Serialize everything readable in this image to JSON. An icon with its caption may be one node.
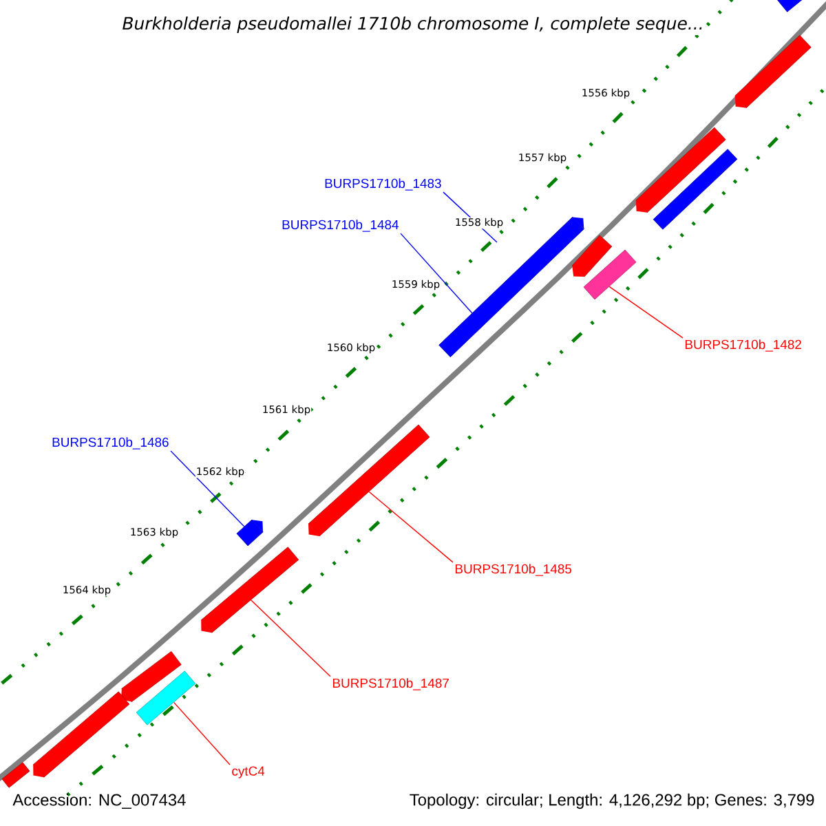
{
  "diagram": {
    "title": "Burkholderia pseudomallei 1710b chromosome I, complete seque...",
    "nodes": [
      {
        "text": [
          "BURPS1710b_1483"
        ]
      },
      {
        "text": [
          "BURPS1710b_1484"
        ]
      },
      {
        "text": [],
        "shape": "bar"
      },
      {
        "text": [
          "BURPS1710b_1482"
        ]
      },
      {
        "text": [],
        "shape": "bar"
      },
      {
        "text": [
          "BURPS1710b_1486"
        ]
      },
      {
        "text": [],
        "shape": "bar"
      },
      {
        "text": [
          "BURPS1710b_1485"
        ]
      },
      {
        "text": [],
        "shape": "bar"
      },
      {
        "text": [
          "BURPS1710b_1487"
        ]
      },
      {
        "text": [],
        "shape": "bar"
      },
      {
        "text": [
          "cytC4"
        ]
      },
      {
        "text": [],
        "shape": "bar"
      },
      {
        "text": [],
        "shape": "bar"
      },
      {
        "text": [],
        "shape": "bar"
      },
      {
        "text": [],
        "shape": "bar"
      },
      {
        "text": [],
        "shape": "bar"
      },
      {
        "text": [],
        "shape": "bar"
      },
      {
        "text": [],
        "shape": "bar"
      },
      {
        "text": [],
        "shape": "bar"
      },
      {
        "text": [],
        "shape": "bar"
      }
    ],
    "edges": [
      {
        "from": 0,
        "to": null,
        "arrow": "none",
        "color": "#0000ff"
      },
      {
        "from": 1,
        "to": 2,
        "arrow": "none",
        "color": "#0000ff"
      },
      {
        "from": 3,
        "to": 4,
        "arrow": "none"
      },
      {
        "from": 5,
        "to": 6,
        "arrow": "none",
        "color": "#0000ff"
      },
      {
        "from": 7,
        "to": 8,
        "arrow": "none"
      },
      {
        "from": 9,
        "to": 10,
        "arrow": "none"
      },
      {
        "from": 11,
        "to": 12,
        "arrow": "none"
      }
    ],
    "labels": [
      "1556 kbp",
      "1557 kbp",
      "1558 kbp",
      "1559 kbp",
      "1560 kbp",
      "1561 kbp",
      "1562 kbp",
      "1563 kbp",
      "1564 kbp",
      "Accession: NC_007434",
      "Topology: circular; Length: 4,126,292 bp; Genes: 3,799"
    ]
  }
}
